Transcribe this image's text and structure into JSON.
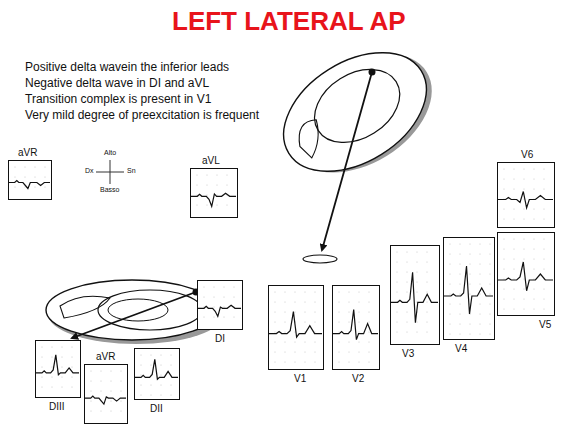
{
  "diagram": {
    "title": "LEFT LATERAL AP",
    "nodes": [
      {
        "text": [
          "aVR"
        ]
      },
      {
        "text": [
          "aVL"
        ]
      },
      {
        "text": [
          "V6"
        ]
      },
      {
        "text": [
          "DI"
        ]
      },
      {
        "text": [
          "V5"
        ]
      },
      {
        "text": [
          "V4"
        ]
      },
      {
        "text": [
          "V3"
        ]
      },
      {
        "text": [
          "V1"
        ]
      },
      {
        "text": [
          "V2"
        ]
      },
      {
        "text": [
          "DIII"
        ]
      },
      {
        "text": [
          "aVR"
        ]
      },
      {
        "text": [
          "DII"
        ]
      }
    ],
    "labels": [
      "Positive delta wavein the inferior leads",
      "Negative delta wave in DI and aVL",
      "Transition complex is present in V1",
      "Very mild degree of preexcitation is frequent",
      "Alto",
      "Dx",
      "Sn",
      "Basso"
    ]
  }
}
